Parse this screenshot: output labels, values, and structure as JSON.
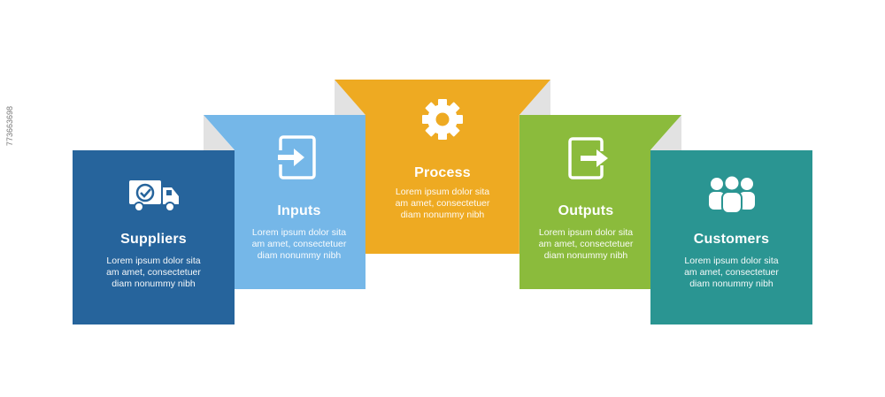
{
  "steps": [
    {
      "title": "Suppliers",
      "body": "Lorem ipsum dolor sita\nam amet, consectetuer\ndiam nonummy  nibh",
      "color": "#26649c",
      "icon": "delivery-truck-check-icon"
    },
    {
      "title": "Inputs",
      "body": "Lorem ipsum dolor sita\nam amet, consectetuer\ndiam nonummy  nibh",
      "color": "#75b7e8",
      "icon": "sign-in-icon"
    },
    {
      "title": "Process",
      "body": "Lorem ipsum dolor sita\nam amet, consectetuer\ndiam nonummy  nibh",
      "color": "#eeaa22",
      "icon": "gear-icon"
    },
    {
      "title": "Outputs",
      "body": "Lorem ipsum dolor sita\nam amet, consectetuer\ndiam nonummy  nibh",
      "color": "#8bbb3c",
      "icon": "sign-out-icon"
    },
    {
      "title": "Customers",
      "body": "Lorem ipsum dolor sita\nam amet, consectetuer\ndiam nonummy  nibh",
      "color": "#2a9592",
      "icon": "people-group-icon"
    }
  ],
  "fold_color": "#e2e2e2",
  "stock_id": "773663698"
}
